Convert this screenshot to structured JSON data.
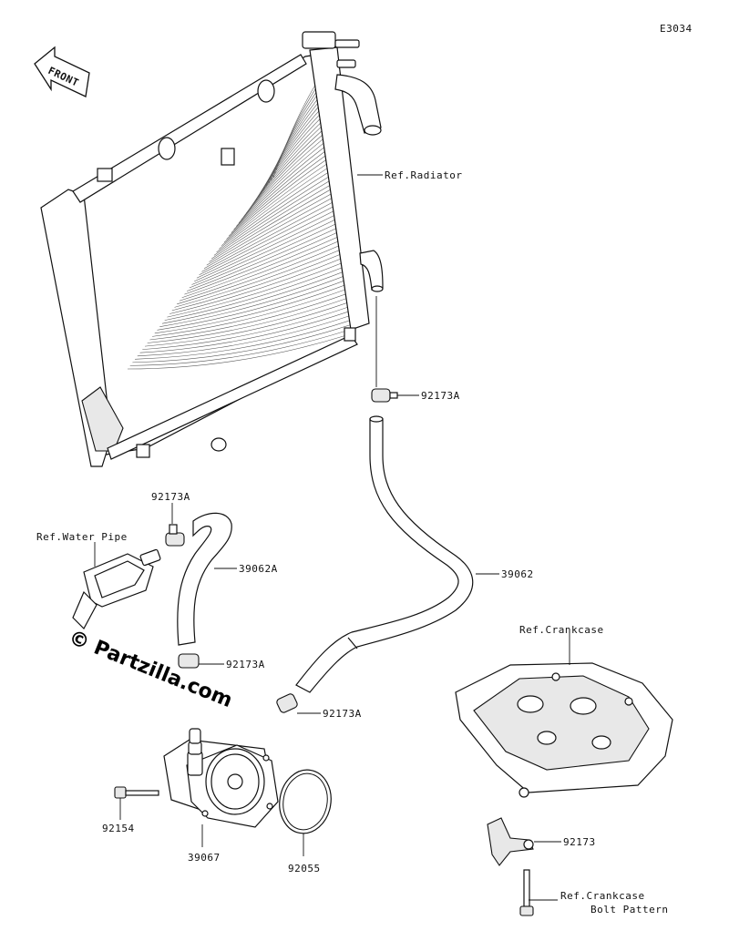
{
  "diagram_code": "E3034",
  "front_label": "FRONT",
  "watermark": "© Partzilla.com",
  "labels": {
    "ref_radiator": "Ref.Radiator",
    "ref_water_pipe": "Ref.Water Pipe",
    "ref_crankcase": "Ref.Crankcase",
    "ref_crankcase_bolt_1": "Ref.Crankcase",
    "ref_crankcase_bolt_2": "Bolt Pattern",
    "p92173A_top": "92173A",
    "p92173A_left": "92173A",
    "p39062A": "39062A",
    "p92173A_mid": "92173A",
    "p92173A_right": "92173A",
    "p39062": "39062",
    "p92154": "92154",
    "p39067": "39067",
    "p92055": "92055",
    "p92173": "92173"
  },
  "icons": {
    "front_arrow": "front-arrow-icon"
  }
}
